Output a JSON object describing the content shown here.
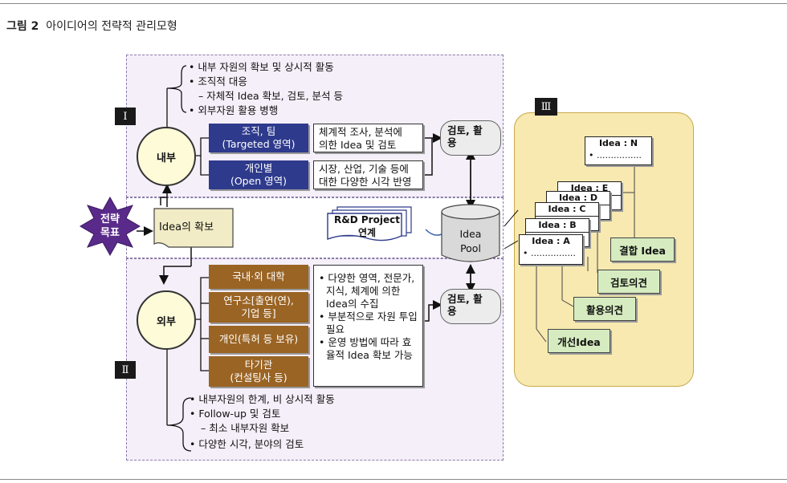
{
  "figure": {
    "label": "그림 2",
    "title": "아이디어의 전략적 관리모형"
  },
  "colors": {
    "internal_box": "#2e3a8c",
    "external_box": "#9a6424",
    "pool_panel": "#f7e9b0",
    "label_green": "#d6ecc0"
  },
  "strategy_star": {
    "line1": "전략",
    "line2": "목표"
  },
  "idea_acquire": "Idea의 확보",
  "internal": {
    "roman": "Ⅰ",
    "circle": "내부",
    "bullets": [
      "• 내부 자원의 확보 및 상시적 활동",
      "• 조직적 대응",
      "– 자체적 Idea 확보, 검토, 분석 등",
      "• 외부자원 활용 병행"
    ],
    "box1": {
      "line1": "조직, 팀",
      "line2": "(Targeted 영역)"
    },
    "box1_desc": {
      "line1": "체계적 조사, 분석에",
      "line2": "의한 Idea 및 검토"
    },
    "box2": {
      "line1": "개인별",
      "line2": "(Open 영역)"
    },
    "box2_desc": {
      "line1": "시장, 산업, 기술 등에",
      "line2": "대한 다양한 시각 반영"
    },
    "review": {
      "line1": "검토, 활",
      "line2": "용"
    }
  },
  "external": {
    "roman": "Ⅱ",
    "circle": "외부",
    "sources": [
      {
        "line1": "국내·외 대학",
        "line2": ""
      },
      {
        "line1": "연구소[출연(연),",
        "line2": "기업 등]"
      },
      {
        "line1": "개인(특허 등 보유)",
        "line2": ""
      },
      {
        "line1": "타기관",
        "line2": "(컨설팅사 등)"
      }
    ],
    "desc": [
      "• 다양한 영역, 전문가,",
      "지식, 체계에 의한",
      "Idea의 수집",
      "• 부분적으로 자원 투입",
      "필요",
      "• 운영 방법에 따라 효",
      "율적 Idea 확보 가능"
    ],
    "review": {
      "line1": "검토, 활",
      "line2": "용"
    },
    "bullets": [
      "• 내부자원의 한계, 비 상시적 활동",
      "• Follow-up 및 검토",
      "– 최소 내부자원 확보",
      "• 다양한 시각, 분야의 검토"
    ]
  },
  "rnd": {
    "line1": "R&D Project",
    "line2": "연계"
  },
  "pool": {
    "line1": "Idea",
    "line2": "Pool"
  },
  "panel3": {
    "roman": "Ⅲ",
    "cards": [
      {
        "title": "Idea : N",
        "dots": "• ................"
      },
      {
        "title": "Idea : E",
        "dots": ""
      },
      {
        "title": "Idea : D",
        "dots": ""
      },
      {
        "title": "Idea : C",
        "dots": ""
      },
      {
        "title": "Idea : B",
        "dots": ""
      },
      {
        "title": "Idea : A",
        "dots": "• ................"
      }
    ],
    "labels": [
      "결합 Idea",
      "검토의견",
      "활용의견",
      "개선Idea"
    ]
  }
}
